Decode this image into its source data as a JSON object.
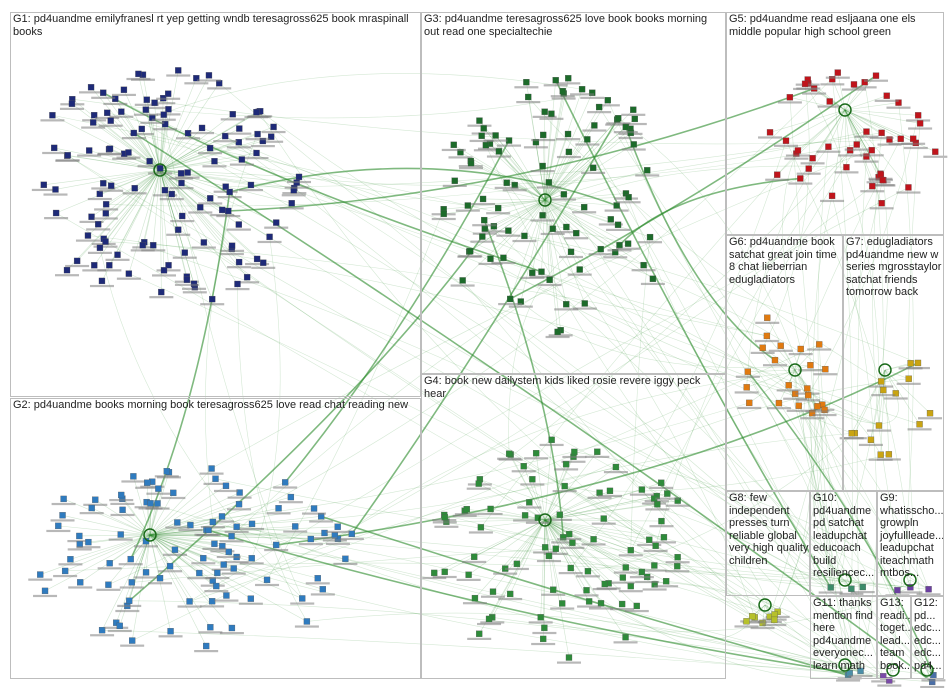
{
  "groups": [
    {
      "id": "G1",
      "title": "G1: pd4uandme emilyfranesl rt yep getting wndb teresagross625 book mraspinall books",
      "color": "#1e2a78",
      "nodes": 120
    },
    {
      "id": "G2",
      "title": "G2: pd4uandme books morning book teresagross625 love read chat reading new",
      "color": "#2f7bbf",
      "nodes": 95
    },
    {
      "id": "G3",
      "title": "G3: pd4uandme teresagross625 love book books morning out read one specialtechie",
      "color": "#1c6b2a",
      "nodes": 90
    },
    {
      "id": "G4",
      "title": "G4: book new dailystem kids liked rosie revere iggy peck hear",
      "color": "#2e8b3a",
      "nodes": 85
    },
    {
      "id": "G5",
      "title": "G5: pd4uandme read esljaana one els middle popular high school green",
      "color": "#c0141b",
      "nodes": 45
    },
    {
      "id": "G6",
      "title": "G6: pd4uandme book satchat great join time 8 chat lieberrian edugladiators",
      "color": "#e07a10",
      "nodes": 22
    },
    {
      "id": "G7",
      "title": "G7: edugladiators pd4uandme new w series mgrosstaylor satchat friends tomorrow back",
      "color": "#c9a412",
      "nodes": 14
    },
    {
      "id": "G8",
      "title": "G8: few independent presses turn reliable global very high quality children",
      "color": "#b6c12a",
      "nodes": 8
    },
    {
      "id": "G9",
      "title": "G9: whatisscho... growpln joyfullleade... leadupchat iteachmath mtbos...",
      "color": "#6b3fa0",
      "nodes": 3
    },
    {
      "id": "G10",
      "title": "G10: pd4uandme pd satchat leadupchat educoach build resiliencec...",
      "color": "#3c8c6a",
      "nodes": 3
    },
    {
      "id": "G11",
      "title": "G11: thanks mention find here pd4uandme everyonec... learn math",
      "color": "#4a8fa8",
      "nodes": 3
    },
    {
      "id": "G12",
      "title": "G12: pd... edc... edc... edc... pd4...",
      "color": "#4a6fa8",
      "nodes": 2
    },
    {
      "id": "G13",
      "title": "G13: readi... toget... lead... team book...",
      "color": "#7a4aa8",
      "nodes": 2
    }
  ],
  "edge_color": "#2a8a2a"
}
